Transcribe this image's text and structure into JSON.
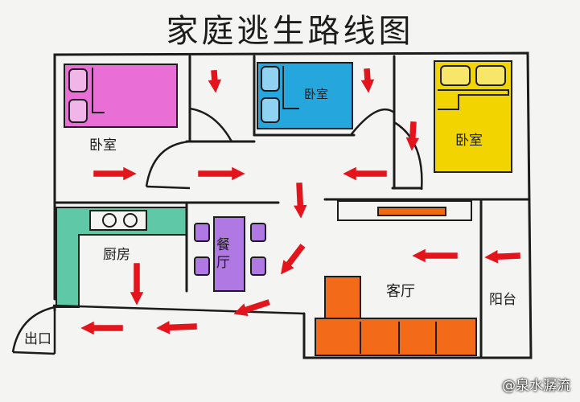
{
  "title": "家庭逃生路线图",
  "rooms": {
    "bedroom_left": "卧室",
    "bedroom_middle": "卧室",
    "bedroom_right": "卧室",
    "kitchen": "厨房",
    "dining": "餐厅",
    "living": "客厅",
    "balcony": "阳台",
    "exit": "出口"
  },
  "watermark": "@泉水潺流",
  "colors": {
    "bed_pink": "#e96fd6",
    "bed_blue": "#25a7de",
    "bed_yellow": "#f2d400",
    "kitchen_green": "#5fc9a7",
    "table_purple": "#b078e2",
    "sofa_orange": "#f36a18",
    "tv_orange": "#f06a10",
    "arrow_red": "#e4141c",
    "wall": "#1c1c1c"
  },
  "icons": [
    "escape-arrow",
    "pillow",
    "stove-burner",
    "chair",
    "door-swing"
  ]
}
